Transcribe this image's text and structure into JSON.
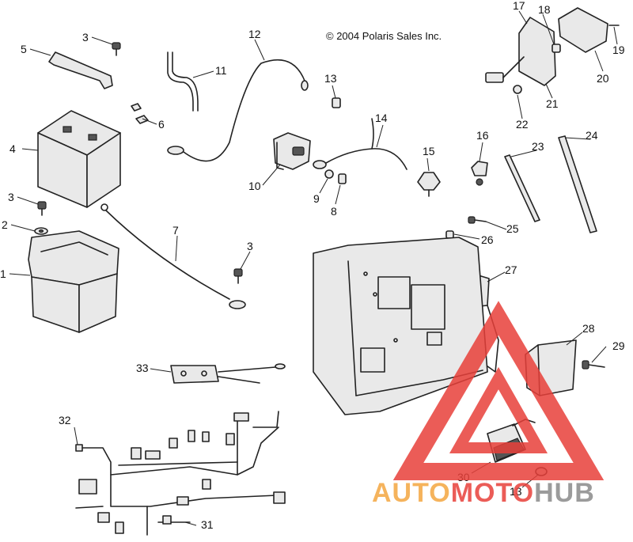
{
  "copyright": "© 2004 Polaris Sales Inc.",
  "callouts": [
    "1",
    "2",
    "3",
    "3",
    "3",
    "4",
    "5",
    "6",
    "7",
    "8",
    "9",
    "10",
    "11",
    "12",
    "13",
    "13",
    "14",
    "15",
    "16",
    "17",
    "18",
    "19",
    "20",
    "21",
    "22",
    "23",
    "24",
    "25",
    "26",
    "27",
    "28",
    "29",
    "30",
    "31",
    "32",
    "33"
  ],
  "watermark": {
    "part1": "AUTO",
    "part2": "MOTO",
    "part3": "HUB",
    "color_orange": "#f4a640",
    "color_red": "#e8403a",
    "color_gray": "#8a8a8a"
  }
}
